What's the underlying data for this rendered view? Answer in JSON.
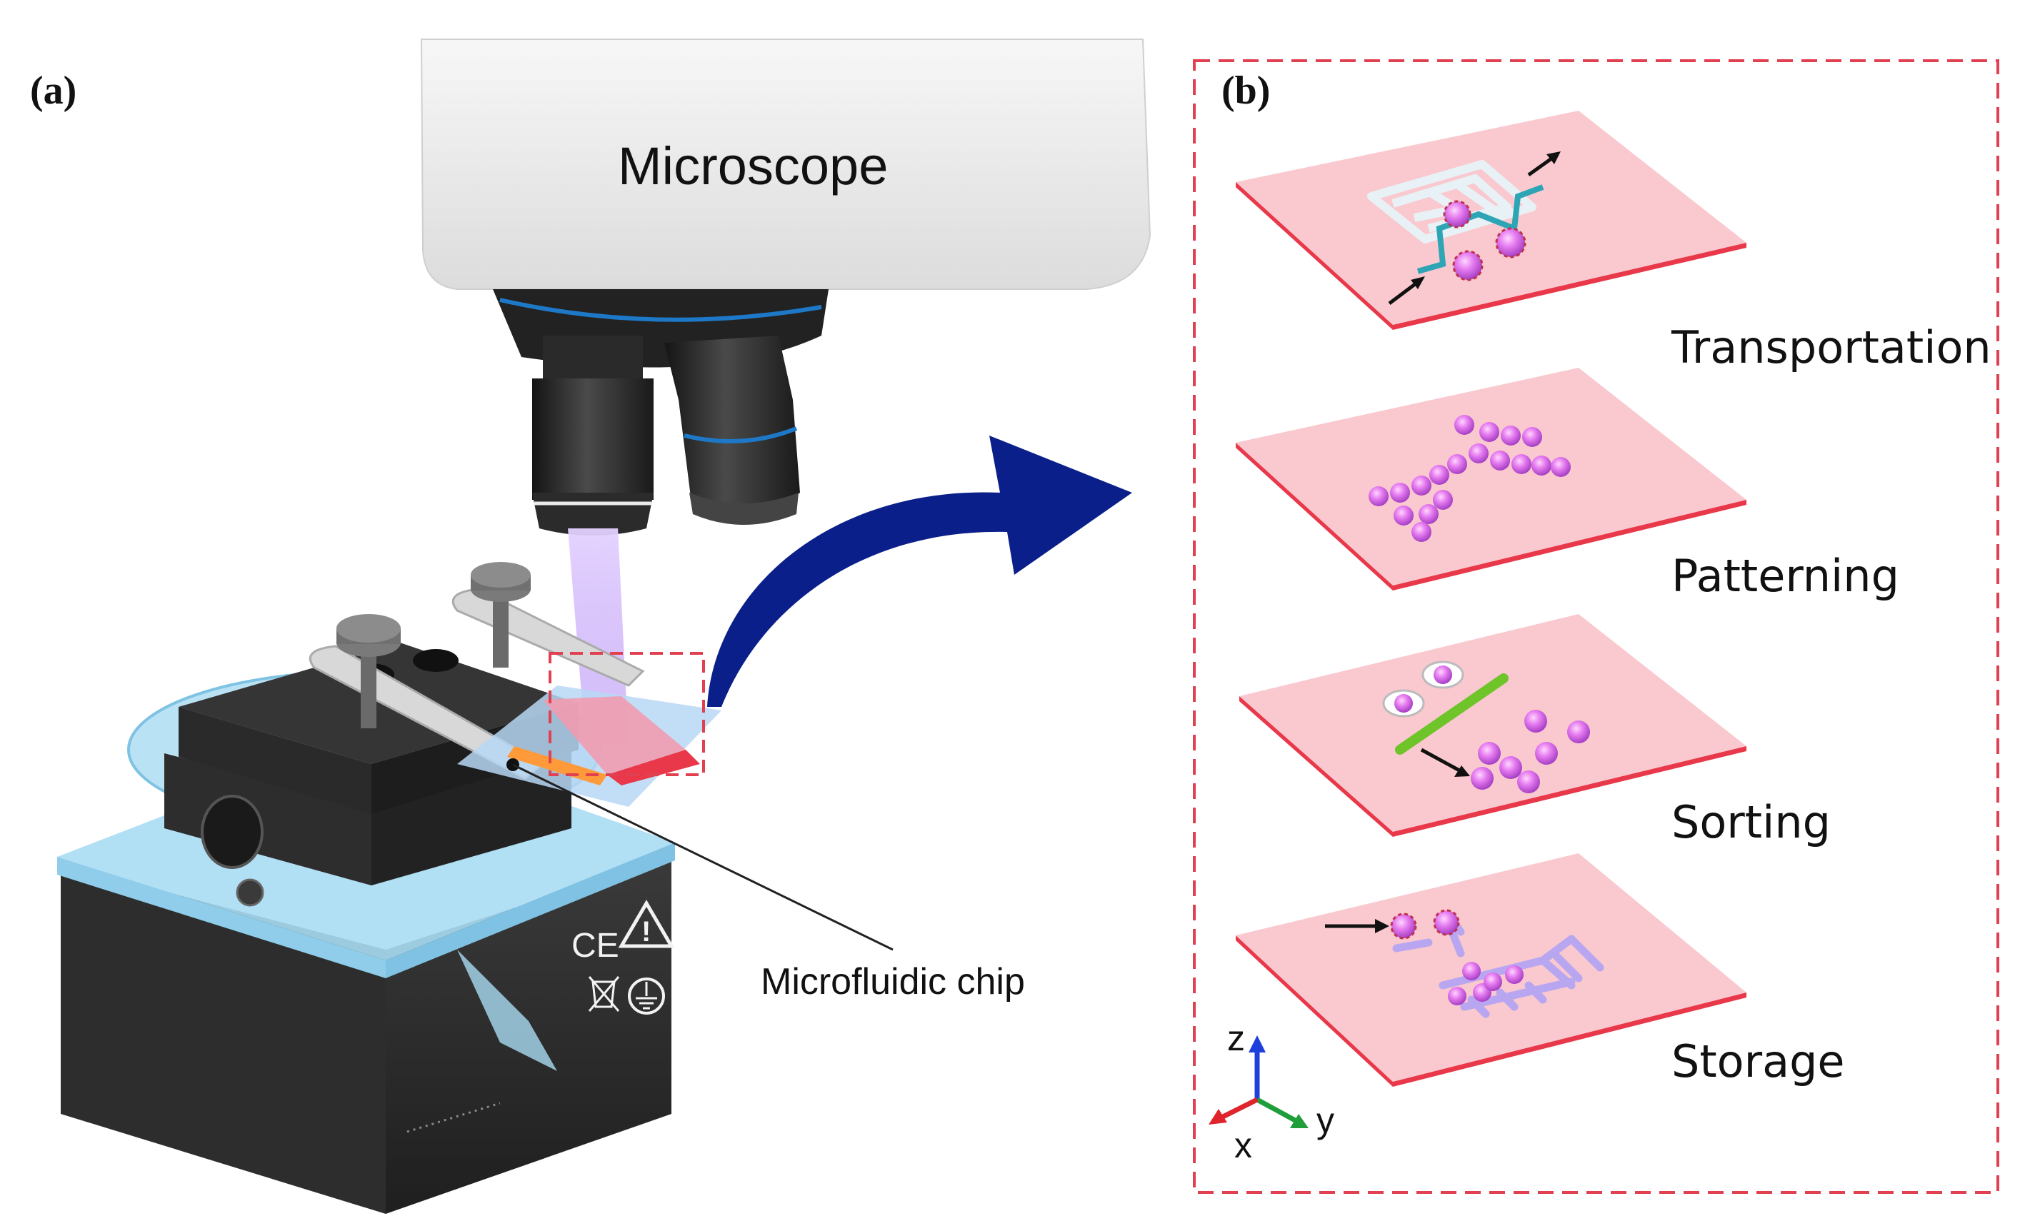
{
  "panels": {
    "a": {
      "label": "(a)"
    },
    "b": {
      "label": "(b)"
    }
  },
  "labels": {
    "microscope": "Microscope",
    "chip": "Microfluidic chip"
  },
  "operations": [
    {
      "name": "Transportation"
    },
    {
      "name": "Patterning"
    },
    {
      "name": "Sorting"
    },
    {
      "name": "Storage"
    }
  ],
  "axes": {
    "z": "z",
    "y": "y",
    "x": "x"
  },
  "device_marks": {
    "ce": "CE",
    "warning": "!"
  },
  "colors": {
    "chip_pink": "#f9c9cf",
    "chip_edge": "#e8384a",
    "microscope_body": "#f2f2f2",
    "stage_black": "#2b2b2b",
    "stage_blue": "#a9dcf3",
    "arrow_navy": "#0b1f8a",
    "light_beam": "#c7a8f5",
    "particle": "#d56bea",
    "dashed_frame": "#e04050",
    "sorter_bar": "#6fc42a"
  }
}
